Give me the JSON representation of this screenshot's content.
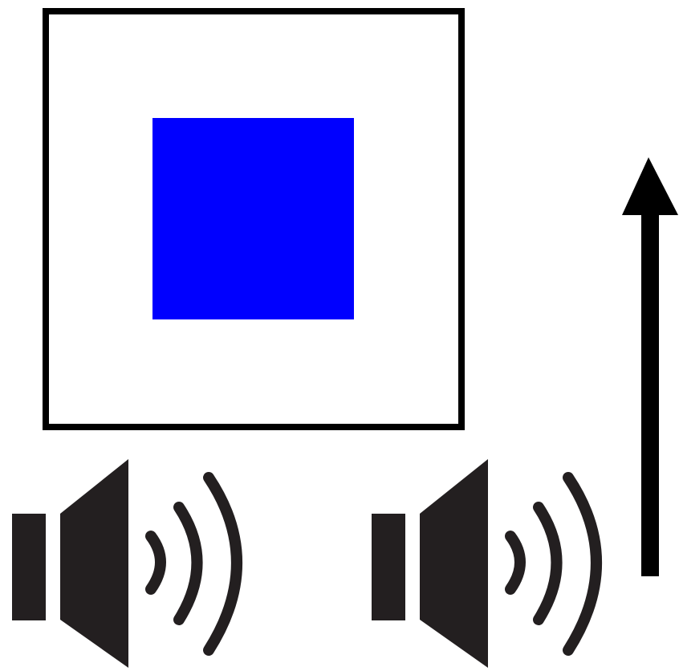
{
  "colors": {
    "square_fill": "#0000ff",
    "frame_border": "#000000",
    "speaker_fill": "#231f20",
    "arrow_fill": "#000000"
  },
  "elements": {
    "frame": {
      "icon": "square-frame"
    },
    "square": {
      "icon": "blue-square"
    },
    "speakers": [
      {
        "icon": "speaker-icon"
      },
      {
        "icon": "speaker-icon"
      }
    ],
    "arrow": {
      "icon": "arrow-up-icon",
      "direction": "up"
    }
  }
}
